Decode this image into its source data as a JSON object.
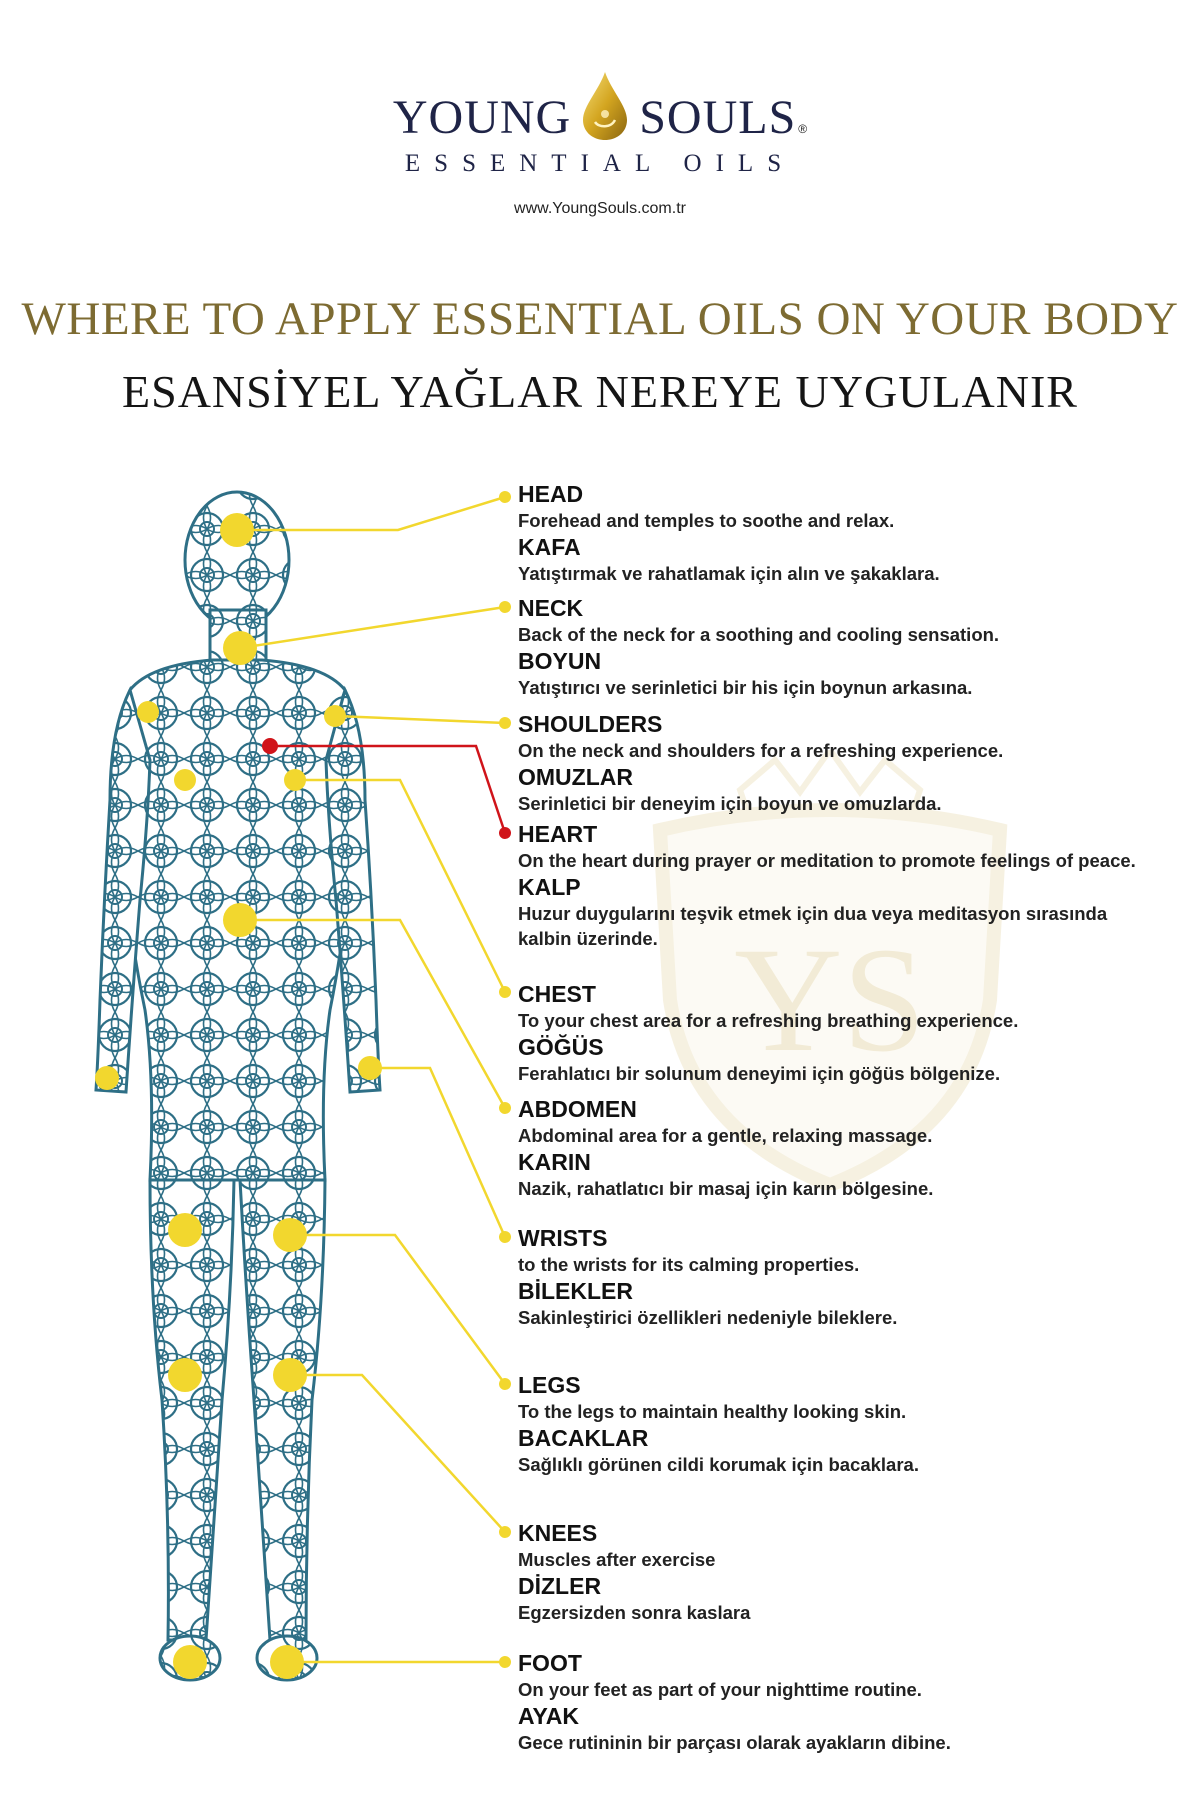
{
  "brand": {
    "left_word": "YOUNG",
    "right_word": "SOULS",
    "registered": "®",
    "tagline": "ESSENTIAL OILS",
    "url": "www.YoungSouls.com.tr"
  },
  "titles": {
    "english": "WHERE TO APPLY ESSENTIAL OILS ON YOUR BODY",
    "turkish": "ESANSİYEL YAĞLAR NEREYE UYGULANIR"
  },
  "watermark_text": "YS",
  "colors": {
    "gold": "#f2d72e",
    "heart_red": "#d0141a",
    "pattern_blue": "#2e6f86",
    "title_gold": "#7d6b32",
    "navy": "#1f2447"
  },
  "entries": [
    {
      "en_title": "HEAD",
      "en_desc": "Forehead and temples to soothe and relax.",
      "tr_title": "KAFA",
      "tr_desc": "Yatıştırmak ve rahatlamak için alın ve şakaklara."
    },
    {
      "en_title": "NECK",
      "en_desc": "Back of the neck for a soothing and cooling sensation.",
      "tr_title": "BOYUN",
      "tr_desc": "Yatıştırıcı ve serinletici bir his için boynun arkasına."
    },
    {
      "en_title": "SHOULDERS",
      "en_desc": "On the neck and shoulders for a refreshing experience.",
      "tr_title": "OMUZLAR",
      "tr_desc": "Serinletici bir deneyim için boyun ve omuzlarda."
    },
    {
      "en_title": "HEART",
      "en_desc": "On the heart during prayer or meditation to promote feelings of peace.",
      "tr_title": "KALP",
      "tr_desc": "Huzur duygularını teşvik etmek için dua veya meditasyon sırasında kalbin üzerinde."
    },
    {
      "en_title": "CHEST",
      "en_desc": "To your chest area for a refreshing breathing experience.",
      "tr_title": "GÖĞÜS",
      "tr_desc": "Ferahlatıcı bir solunum deneyimi için göğüs bölgenize."
    },
    {
      "en_title": "ABDOMEN",
      "en_desc": "Abdominal area for a gentle, relaxing massage.",
      "tr_title": "KARIN",
      "tr_desc": "Nazik, rahatlatıcı bir masaj için karın bölgesine."
    },
    {
      "en_title": "WRISTS",
      "en_desc": "to the wrists for its calming properties.",
      "tr_title": "BİLEKLER",
      "tr_desc": "Sakinleştirici özellikleri nedeniyle bileklere."
    },
    {
      "en_title": "LEGS",
      "en_desc": "To the legs to maintain healthy looking skin.",
      "tr_title": "BACAKLAR",
      "tr_desc": "Sağlıklı görünen cildi korumak için bacaklara."
    },
    {
      "en_title": "KNEES",
      "en_desc": "Muscles after exercise",
      "tr_title": "DİZLER",
      "tr_desc": "Egzersizden sonra kaslara"
    },
    {
      "en_title": "FOOT",
      "en_desc": "On your feet as part of your nighttime routine.",
      "tr_title": "AYAK",
      "tr_desc": "Gece rutininin bir parçası olarak ayakların dibine."
    }
  ]
}
